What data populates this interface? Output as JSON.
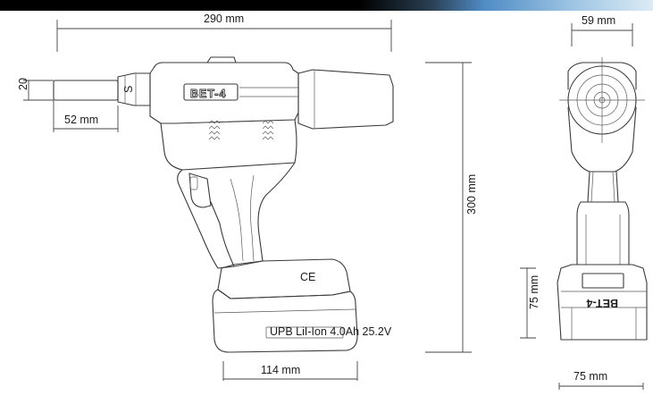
{
  "brand": {
    "model_badge": "BET-4",
    "top_badge": "BET-4",
    "battery_label": "UPB LiI-Ion 4.0Ah 25.2V",
    "ce_mark": "CE"
  },
  "dimensions": {
    "overall_length": "290 mm",
    "height": "300 mm",
    "nose_length": "52 mm",
    "nose_diameter": "20",
    "battery_width": "114 mm",
    "top_width": "59 mm",
    "base_height": "75 mm",
    "base_width": "75 mm",
    "collar_mark": "S"
  }
}
